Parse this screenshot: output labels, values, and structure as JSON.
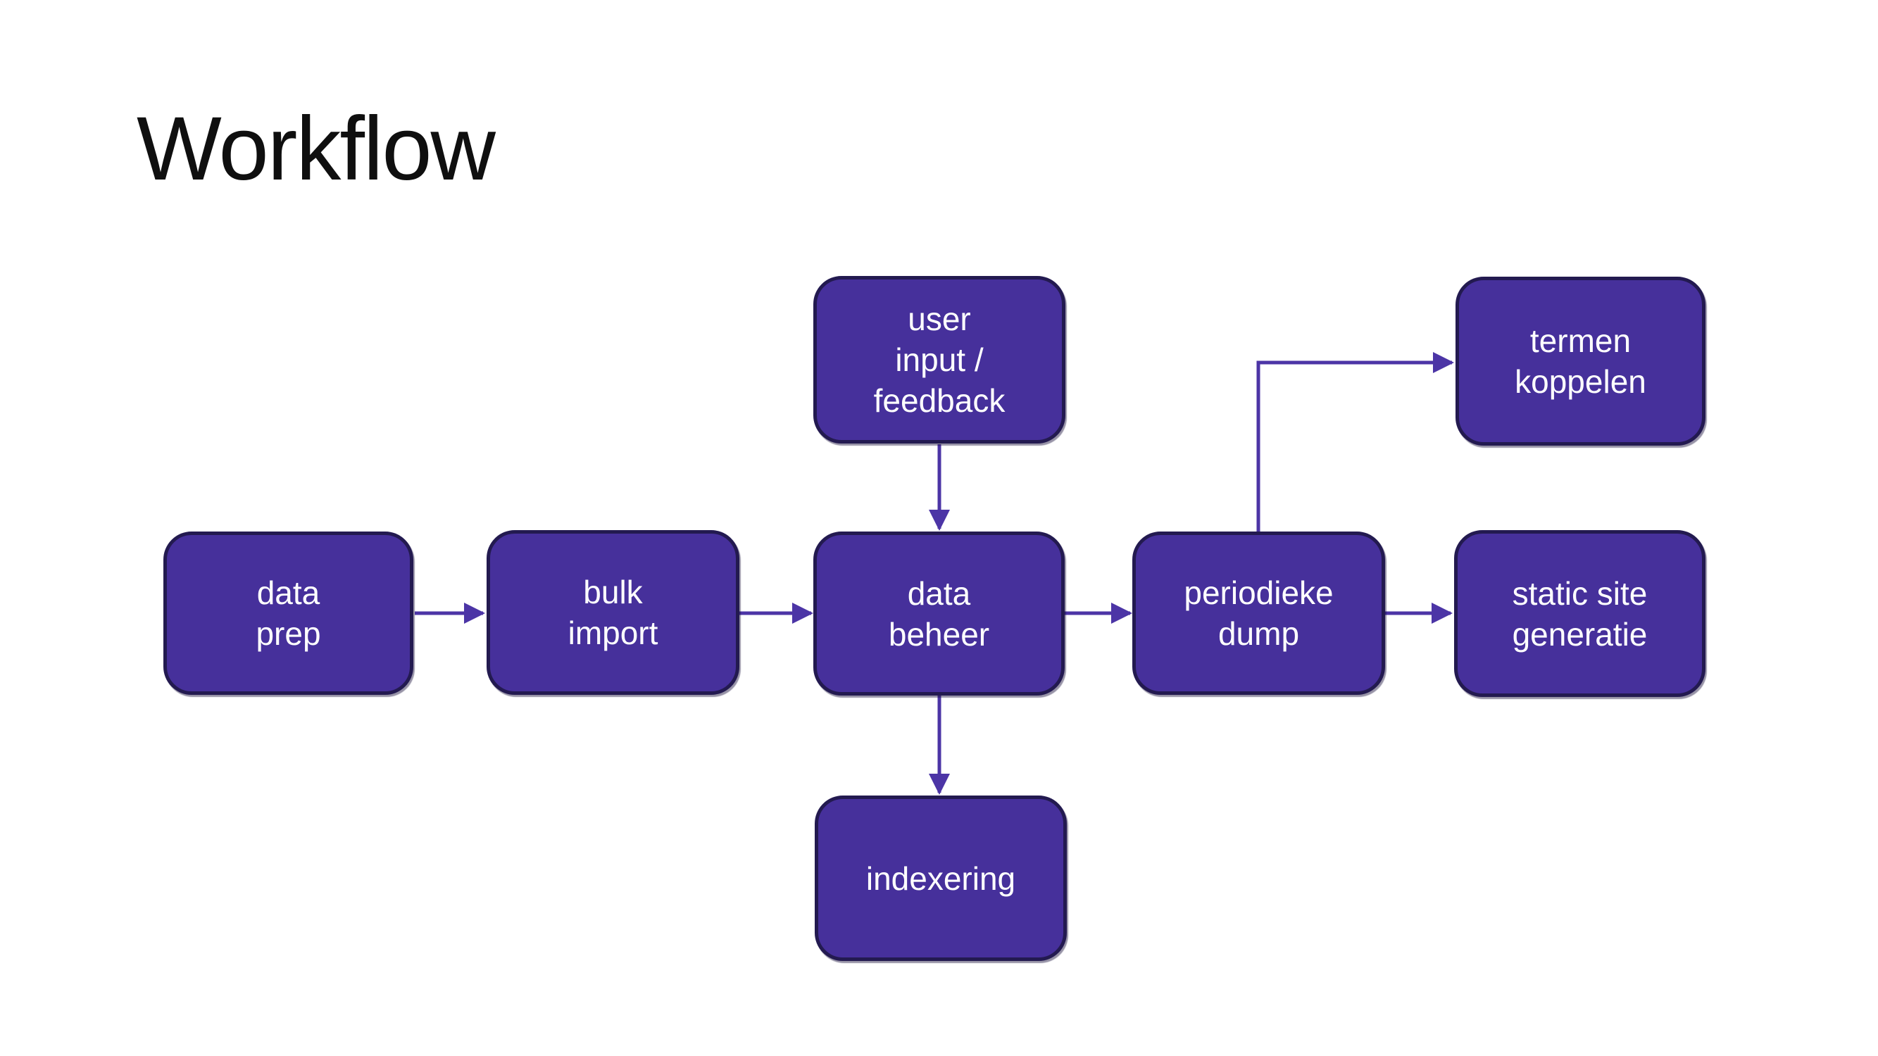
{
  "slide": {
    "title": "Workflow",
    "colors": {
      "background": "#ffffff",
      "node_fill": "#46309b",
      "node_border": "#231a50",
      "node_text": "#ffffff",
      "arrow": "#4c35a6",
      "title_text": "#0f0f0f"
    },
    "nodes": [
      {
        "id": "data-prep",
        "label": "data\nprep"
      },
      {
        "id": "bulk-import",
        "label": "bulk\nimport"
      },
      {
        "id": "data-beheer",
        "label": "data\nbeheer"
      },
      {
        "id": "periodieke-dump",
        "label": "periodieke\ndump"
      },
      {
        "id": "static-site-generatie",
        "label": "static site\ngeneratie"
      },
      {
        "id": "user-input-feedback",
        "label": "user\ninput /\nfeedback"
      },
      {
        "id": "termen-koppelen",
        "label": "termen\nkoppelen"
      },
      {
        "id": "indexering",
        "label": "indexering"
      }
    ],
    "edges": [
      {
        "from": "data prep",
        "to": "bulk import"
      },
      {
        "from": "bulk import",
        "to": "data beheer"
      },
      {
        "from": "data beheer",
        "to": "periodieke dump"
      },
      {
        "from": "periodieke dump",
        "to": "static site generatie"
      },
      {
        "from": "user input / feedback",
        "to": "data beheer"
      },
      {
        "from": "data beheer",
        "to": "indexering"
      },
      {
        "from": "periodieke dump",
        "to": "termen koppelen"
      }
    ]
  }
}
